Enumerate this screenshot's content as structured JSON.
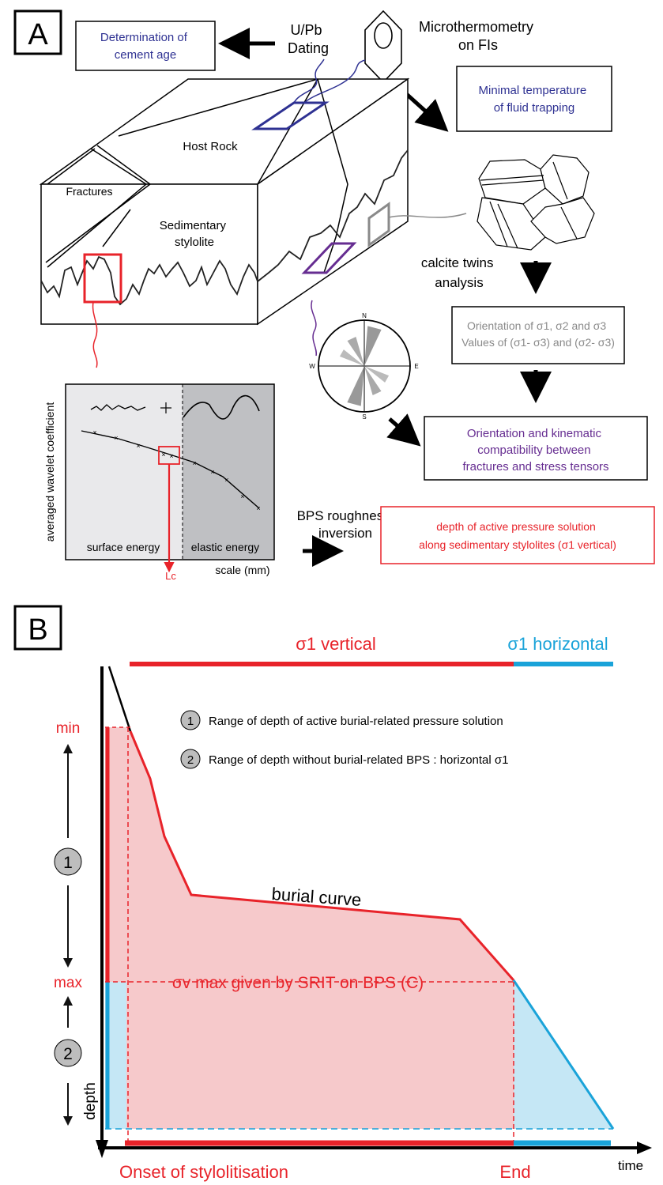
{
  "panel_a": {
    "label": "A",
    "cement_age": [
      "Determination of",
      "cement age"
    ],
    "upb": [
      "U/Pb",
      "Dating"
    ],
    "microthermo": [
      "Microthermometry",
      "on FIs"
    ],
    "min_temp": [
      "Minimal temperature",
      "of fluid trapping"
    ],
    "host_rock": "Host Rock",
    "fractures": "Fractures",
    "sed_stylolite": [
      "Sedimentary",
      "stylolite"
    ],
    "calcite": [
      "calcite twins",
      "analysis"
    ],
    "orientation_box": [
      "Orientation of σ1, σ2 and σ3",
      "Values of (σ1- σ3) and (σ2- σ3)"
    ],
    "kinematic_box": [
      "Orientation and kinematic",
      "compatibility between",
      "fractures and stress tensors"
    ],
    "rose_labels": {
      "n": "N",
      "e": "E",
      "s": "S",
      "w": "W"
    },
    "wavelet_ylabel": "averaged wavelet coefficient",
    "surface_energy": "surface energy",
    "elastic_energy": "elastic energy",
    "lc": "Lc",
    "scale": "scale (mm)",
    "bps": [
      "BPS roughness",
      "inversion"
    ],
    "depth_box": [
      "depth of active pressure solution",
      "along sedimentary stylolites (σ1 vertical)"
    ],
    "colors": {
      "blue_text": "#2e3192",
      "purple": "#662d91",
      "red": "#e8232a",
      "gray": "#8a8a8a"
    }
  },
  "panel_b": {
    "label": "B",
    "sigma_vertical": "σ1 vertical",
    "sigma_horizontal": "σ1 horizontal",
    "legend": [
      {
        "num": "1",
        "text": "Range of depth of active burial-related pressure solution"
      },
      {
        "num": "2",
        "text": "Range of depth without burial-related BPS : horizontal σ1"
      }
    ],
    "min": "min",
    "max": "max",
    "num1": "1",
    "num2": "2",
    "burial_curve": "burial curve",
    "sigma_v_max": "σv max given by SRIT on BPS (C)",
    "depth": "depth",
    "time": "time",
    "onset": "Onset of stylolitisation",
    "end": "End",
    "colors": {
      "red": "#e8232a",
      "cyan": "#1aa3d9",
      "pink": "#f6c9cb",
      "light_cyan": "#c5e7f5"
    }
  }
}
